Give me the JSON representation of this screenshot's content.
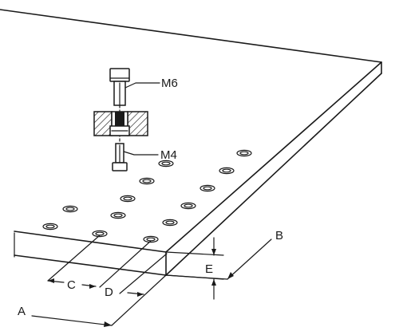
{
  "labels": {
    "m6": "M6",
    "m4": "M4",
    "a": "A",
    "b": "B",
    "c": "C",
    "d": "D",
    "e": "E"
  }
}
